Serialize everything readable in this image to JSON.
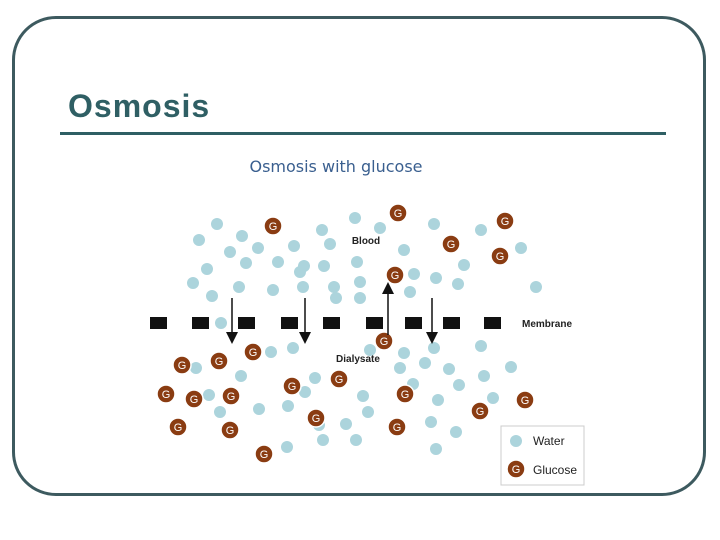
{
  "slide": {
    "title": "Osmosis"
  },
  "diagram": {
    "title": "Osmosis with glucose",
    "labels": {
      "blood": "Blood",
      "membrane": "Membrane",
      "dialysate": "Dialysate"
    },
    "glucose_letter": "G",
    "legend": {
      "water": "Water",
      "glucose": "Glucose"
    },
    "colors": {
      "water": "#acd4dc",
      "glucose": "#8a3c12",
      "membrane": "#111111",
      "frame": "#3d5a5f",
      "title": "#2f5f64"
    }
  }
}
